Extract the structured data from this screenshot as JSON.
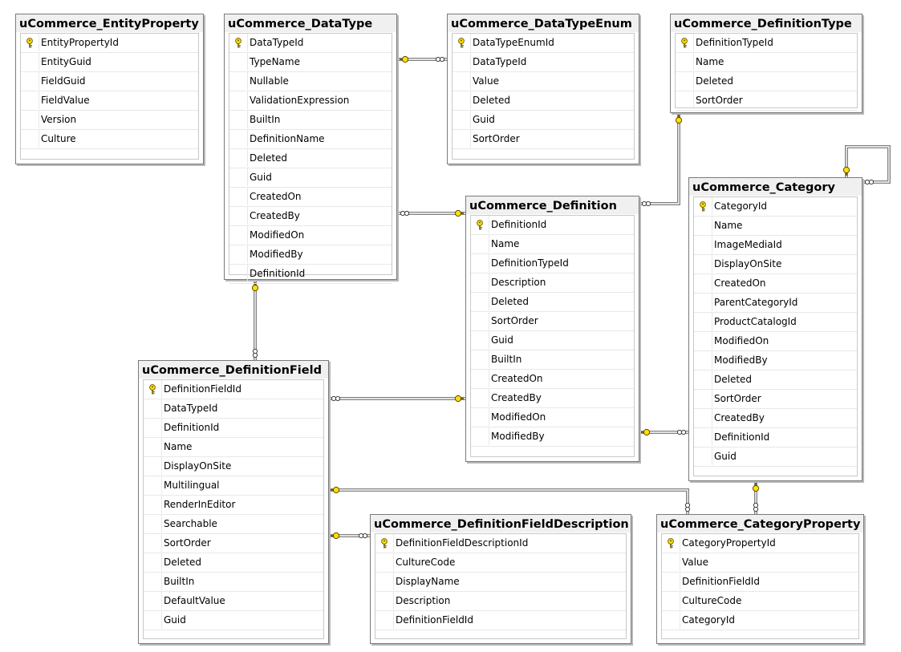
{
  "diagram": {
    "tables": [
      {
        "id": "entityproperty",
        "name": "uCommerce_EntityProperty",
        "columns": [
          {
            "name": "EntityPropertyId",
            "pk": true
          },
          {
            "name": "EntityGuid"
          },
          {
            "name": "FieldGuid"
          },
          {
            "name": "FieldValue"
          },
          {
            "name": "Version"
          },
          {
            "name": "Culture"
          }
        ]
      },
      {
        "id": "datatype",
        "name": "uCommerce_DataType",
        "columns": [
          {
            "name": "DataTypeId",
            "pk": true
          },
          {
            "name": "TypeName"
          },
          {
            "name": "Nullable"
          },
          {
            "name": "ValidationExpression"
          },
          {
            "name": "BuiltIn"
          },
          {
            "name": "DefinitionName"
          },
          {
            "name": "Deleted"
          },
          {
            "name": "Guid"
          },
          {
            "name": "CreatedOn"
          },
          {
            "name": "CreatedBy"
          },
          {
            "name": "ModifiedOn"
          },
          {
            "name": "ModifiedBy"
          },
          {
            "name": "DefinitionId"
          }
        ]
      },
      {
        "id": "datatypeenum",
        "name": "uCommerce_DataTypeEnum",
        "columns": [
          {
            "name": "DataTypeEnumId",
            "pk": true
          },
          {
            "name": "DataTypeId"
          },
          {
            "name": "Value"
          },
          {
            "name": "Deleted"
          },
          {
            "name": "Guid"
          },
          {
            "name": "SortOrder"
          }
        ]
      },
      {
        "id": "definitiontype",
        "name": "uCommerce_DefinitionType",
        "columns": [
          {
            "name": "DefinitionTypeId",
            "pk": true
          },
          {
            "name": "Name"
          },
          {
            "name": "Deleted"
          },
          {
            "name": "SortOrder"
          }
        ]
      },
      {
        "id": "definition",
        "name": "uCommerce_Definition",
        "columns": [
          {
            "name": "DefinitionId",
            "pk": true
          },
          {
            "name": "Name"
          },
          {
            "name": "DefinitionTypeId"
          },
          {
            "name": "Description"
          },
          {
            "name": "Deleted"
          },
          {
            "name": "SortOrder"
          },
          {
            "name": "Guid"
          },
          {
            "name": "BuiltIn"
          },
          {
            "name": "CreatedOn"
          },
          {
            "name": "CreatedBy"
          },
          {
            "name": "ModifiedOn"
          },
          {
            "name": "ModifiedBy"
          }
        ]
      },
      {
        "id": "category",
        "name": "uCommerce_Category",
        "columns": [
          {
            "name": "CategoryId",
            "pk": true
          },
          {
            "name": "Name"
          },
          {
            "name": "ImageMediaId"
          },
          {
            "name": "DisplayOnSite"
          },
          {
            "name": "CreatedOn"
          },
          {
            "name": "ParentCategoryId"
          },
          {
            "name": "ProductCatalogId"
          },
          {
            "name": "ModifiedOn"
          },
          {
            "name": "ModifiedBy"
          },
          {
            "name": "Deleted"
          },
          {
            "name": "SortOrder"
          },
          {
            "name": "CreatedBy"
          },
          {
            "name": "DefinitionId"
          },
          {
            "name": "Guid"
          }
        ]
      },
      {
        "id": "definitionfield",
        "name": "uCommerce_DefinitionField",
        "columns": [
          {
            "name": "DefinitionFieldId",
            "pk": true
          },
          {
            "name": "DataTypeId"
          },
          {
            "name": "DefinitionId"
          },
          {
            "name": "Name"
          },
          {
            "name": "DisplayOnSite"
          },
          {
            "name": "Multilingual"
          },
          {
            "name": "RenderInEditor"
          },
          {
            "name": "Searchable"
          },
          {
            "name": "SortOrder"
          },
          {
            "name": "Deleted"
          },
          {
            "name": "BuiltIn"
          },
          {
            "name": "DefaultValue"
          },
          {
            "name": "Guid"
          }
        ]
      },
      {
        "id": "definitionfielddescription",
        "name": "uCommerce_DefinitionFieldDescription",
        "columns": [
          {
            "name": "DefinitionFieldDescriptionId",
            "pk": true
          },
          {
            "name": "CultureCode"
          },
          {
            "name": "DisplayName"
          },
          {
            "name": "Description"
          },
          {
            "name": "DefinitionFieldId"
          }
        ]
      },
      {
        "id": "categoryproperty",
        "name": "uCommerce_CategoryProperty",
        "columns": [
          {
            "name": "CategoryPropertyId",
            "pk": true
          },
          {
            "name": "Value"
          },
          {
            "name": "DefinitionFieldId"
          },
          {
            "name": "CultureCode"
          },
          {
            "name": "CategoryId"
          }
        ]
      }
    ],
    "relationships": [
      {
        "from": "datatypeenum",
        "to": "datatype"
      },
      {
        "from": "datatype",
        "to": "definition"
      },
      {
        "from": "definition",
        "to": "definitiontype"
      },
      {
        "from": "definitionfield",
        "to": "datatype"
      },
      {
        "from": "definitionfield",
        "to": "definition"
      },
      {
        "from": "category",
        "to": "definition"
      },
      {
        "from": "category",
        "to": "category"
      },
      {
        "from": "definitionfielddescription",
        "to": "definitionfield"
      },
      {
        "from": "categoryproperty",
        "to": "definitionfield"
      },
      {
        "from": "categoryproperty",
        "to": "category"
      }
    ],
    "colors": {
      "key": "#ffe000",
      "line": "#808080",
      "border": "#7a7a7a"
    },
    "icons": {
      "primary_key": "key-icon"
    }
  }
}
